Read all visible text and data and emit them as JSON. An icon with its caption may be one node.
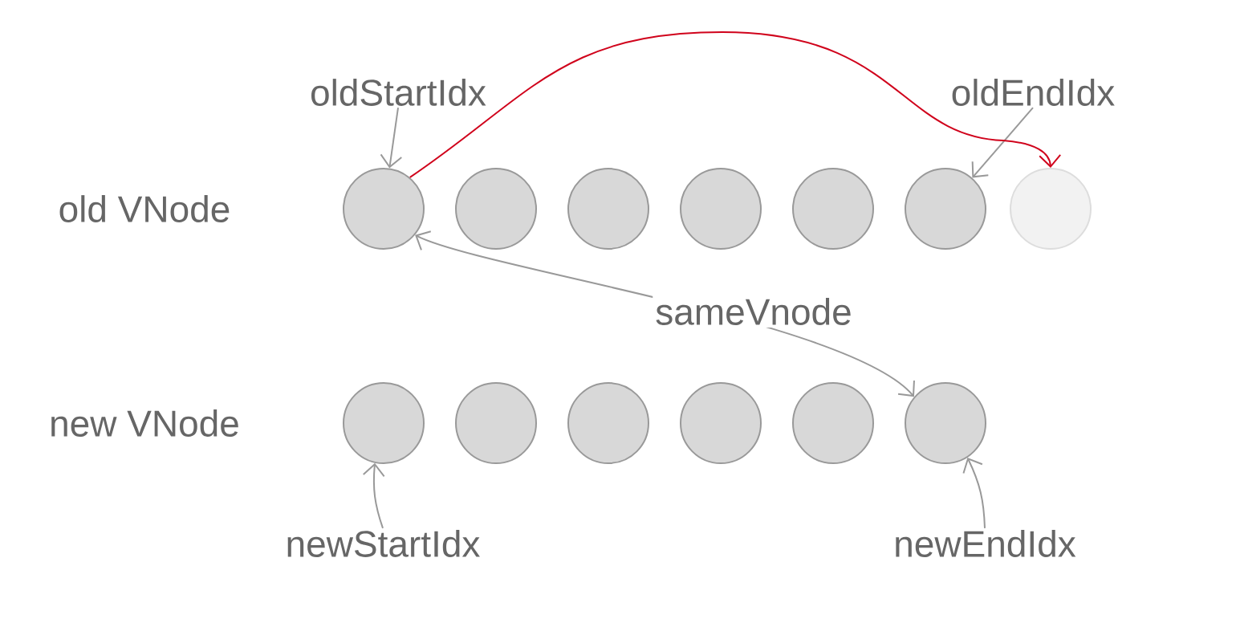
{
  "diagram": {
    "nodes": [
      {
        "text": [
          "oldStartIdx"
        ]
      },
      {
        "text": [
          "oldEndIdx"
        ]
      },
      {
        "text": [],
        "shape": "circle"
      },
      {
        "text": [],
        "shape": "circle"
      },
      {
        "text": [],
        "shape": "circle"
      },
      {
        "text": [],
        "shape": "circle"
      },
      {
        "text": [],
        "shape": "circle"
      },
      {
        "text": [],
        "shape": "circle"
      },
      {
        "text": [],
        "shape": "circle"
      },
      {
        "text": [],
        "shape": "circle"
      },
      {
        "text": [],
        "shape": "circle"
      },
      {
        "text": [],
        "shape": "circle"
      },
      {
        "text": [],
        "shape": "circle"
      },
      {
        "text": [],
        "shape": "circle"
      },
      {
        "text": [],
        "shape": "circle"
      },
      {
        "text": [
          "newStartIdx"
        ]
      },
      {
        "text": [
          "newEndIdx"
        ]
      }
    ],
    "edges": [
      {
        "from": 0,
        "to": 2,
        "arrow": "to"
      },
      {
        "from": 1,
        "to": 7,
        "arrow": "to"
      },
      {
        "from": 2,
        "to": 8,
        "arrow": "to",
        "color": "#d0021b"
      },
      {
        "from": 2,
        "to": 14,
        "arrow": "both",
        "label": "sameVnode"
      },
      {
        "from": 15,
        "to": 9,
        "arrow": "to"
      },
      {
        "from": 16,
        "to": 14,
        "arrow": "to"
      }
    ],
    "labels": [
      "old VNode",
      "new VNode"
    ]
  }
}
